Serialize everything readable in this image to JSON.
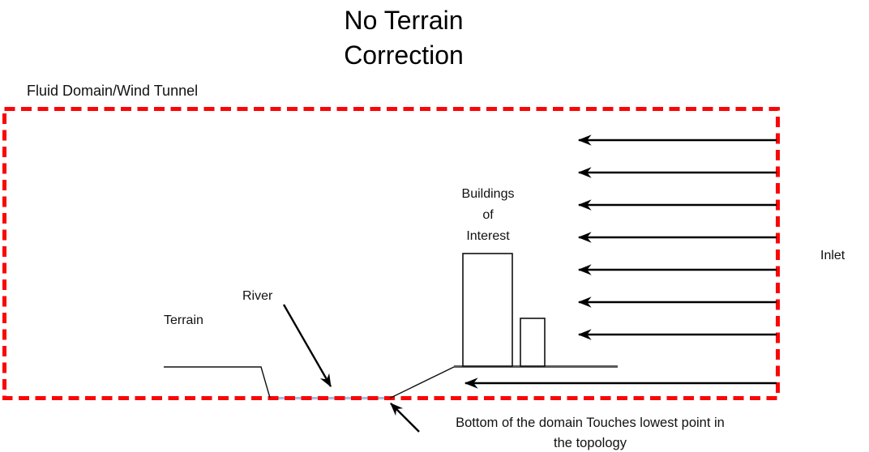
{
  "title": {
    "line1": "No Terrain",
    "line2": "Correction"
  },
  "domain_label": "Fluid Domain/Wind Tunnel",
  "inlet_label": "Inlet",
  "terrain_label": "Terrain",
  "river_label": "River",
  "buildings_label": {
    "line1": "Buildings",
    "line2": "of",
    "line3": "Interest"
  },
  "bottom_note": {
    "line1": "Bottom of the domain Touches lowest point in",
    "line2": "the topology"
  },
  "colors": {
    "boundary_red": "#FA0606",
    "river_blue": "#A6BEDD",
    "ground_gray": "#595959",
    "ink_black": "#000000"
  }
}
